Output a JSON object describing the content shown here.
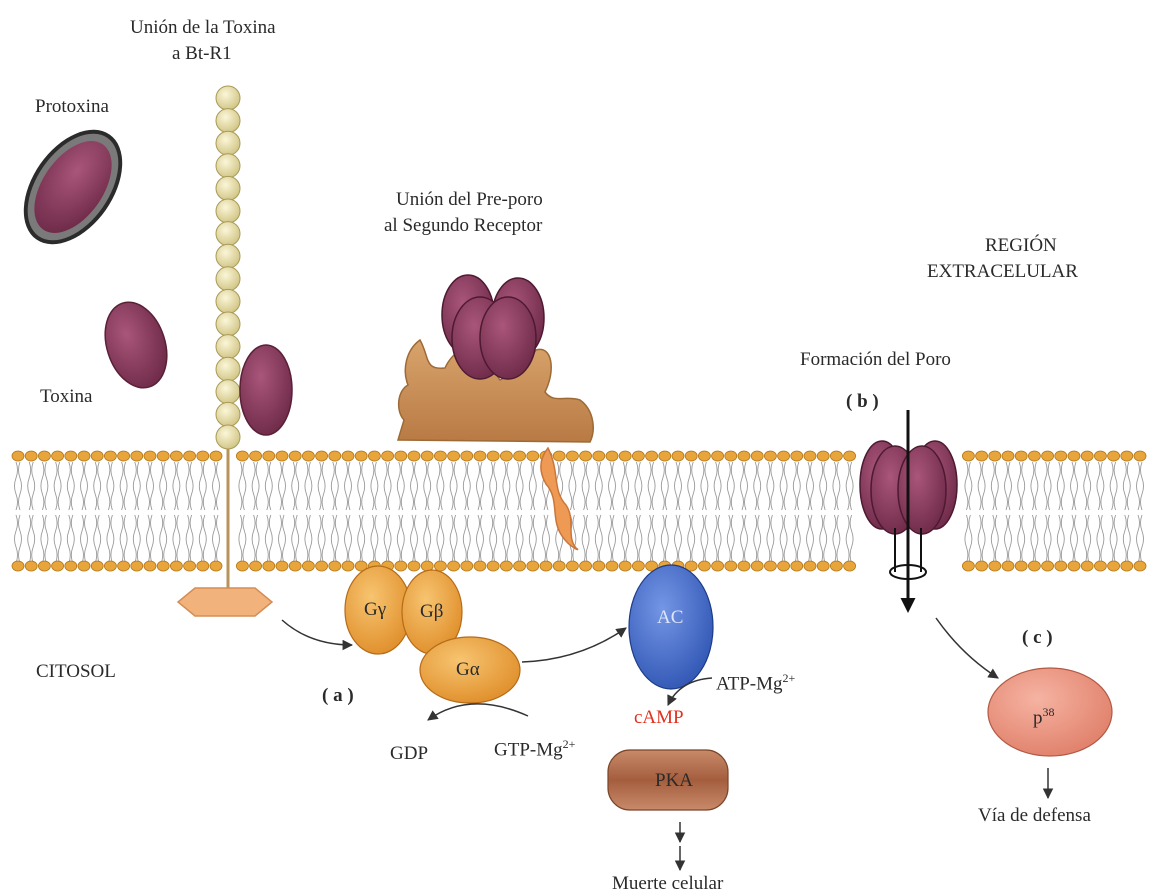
{
  "labels": {
    "toxin_binding_l1": "Unión de la Toxina",
    "toxin_binding_l2": "a Bt-R1",
    "protoxin": "Protoxina",
    "toxin": "Toxina",
    "preporo_l1": "Unión del Pre-poro",
    "preporo_l2": "al Segundo Receptor",
    "region_l1": "REGIÓN",
    "region_l2": "EXTRACELULAR",
    "pore_formation": "Formación del Poro",
    "marker_b": "( b )",
    "marker_a": "( a )",
    "marker_c": "( c )",
    "cytosol": "CITOSOL",
    "g_gamma": "Gγ",
    "g_beta": "Gβ",
    "g_alpha": "Gα",
    "ac": "AC",
    "atp_mg": "ATP-Mg",
    "atp_charge": "2+",
    "camp": "cAMP",
    "gdp": "GDP",
    "gtp_mg": "GTP-Mg",
    "gtp_charge": "2+",
    "pka": "PKA",
    "cell_death": "Muerte celular",
    "p38_base": "p",
    "p38_sup": "38",
    "defense": "Vía de defensa"
  },
  "colors": {
    "toxin": "#8b3a5e",
    "lipid_head": "#e3a238",
    "g_protein": "#eea23a",
    "ac": "#3f68c8",
    "pka": "#b06a4a",
    "p38": "#ec9480",
    "receptor": "#c88d55",
    "bead": "#ece3ad"
  }
}
